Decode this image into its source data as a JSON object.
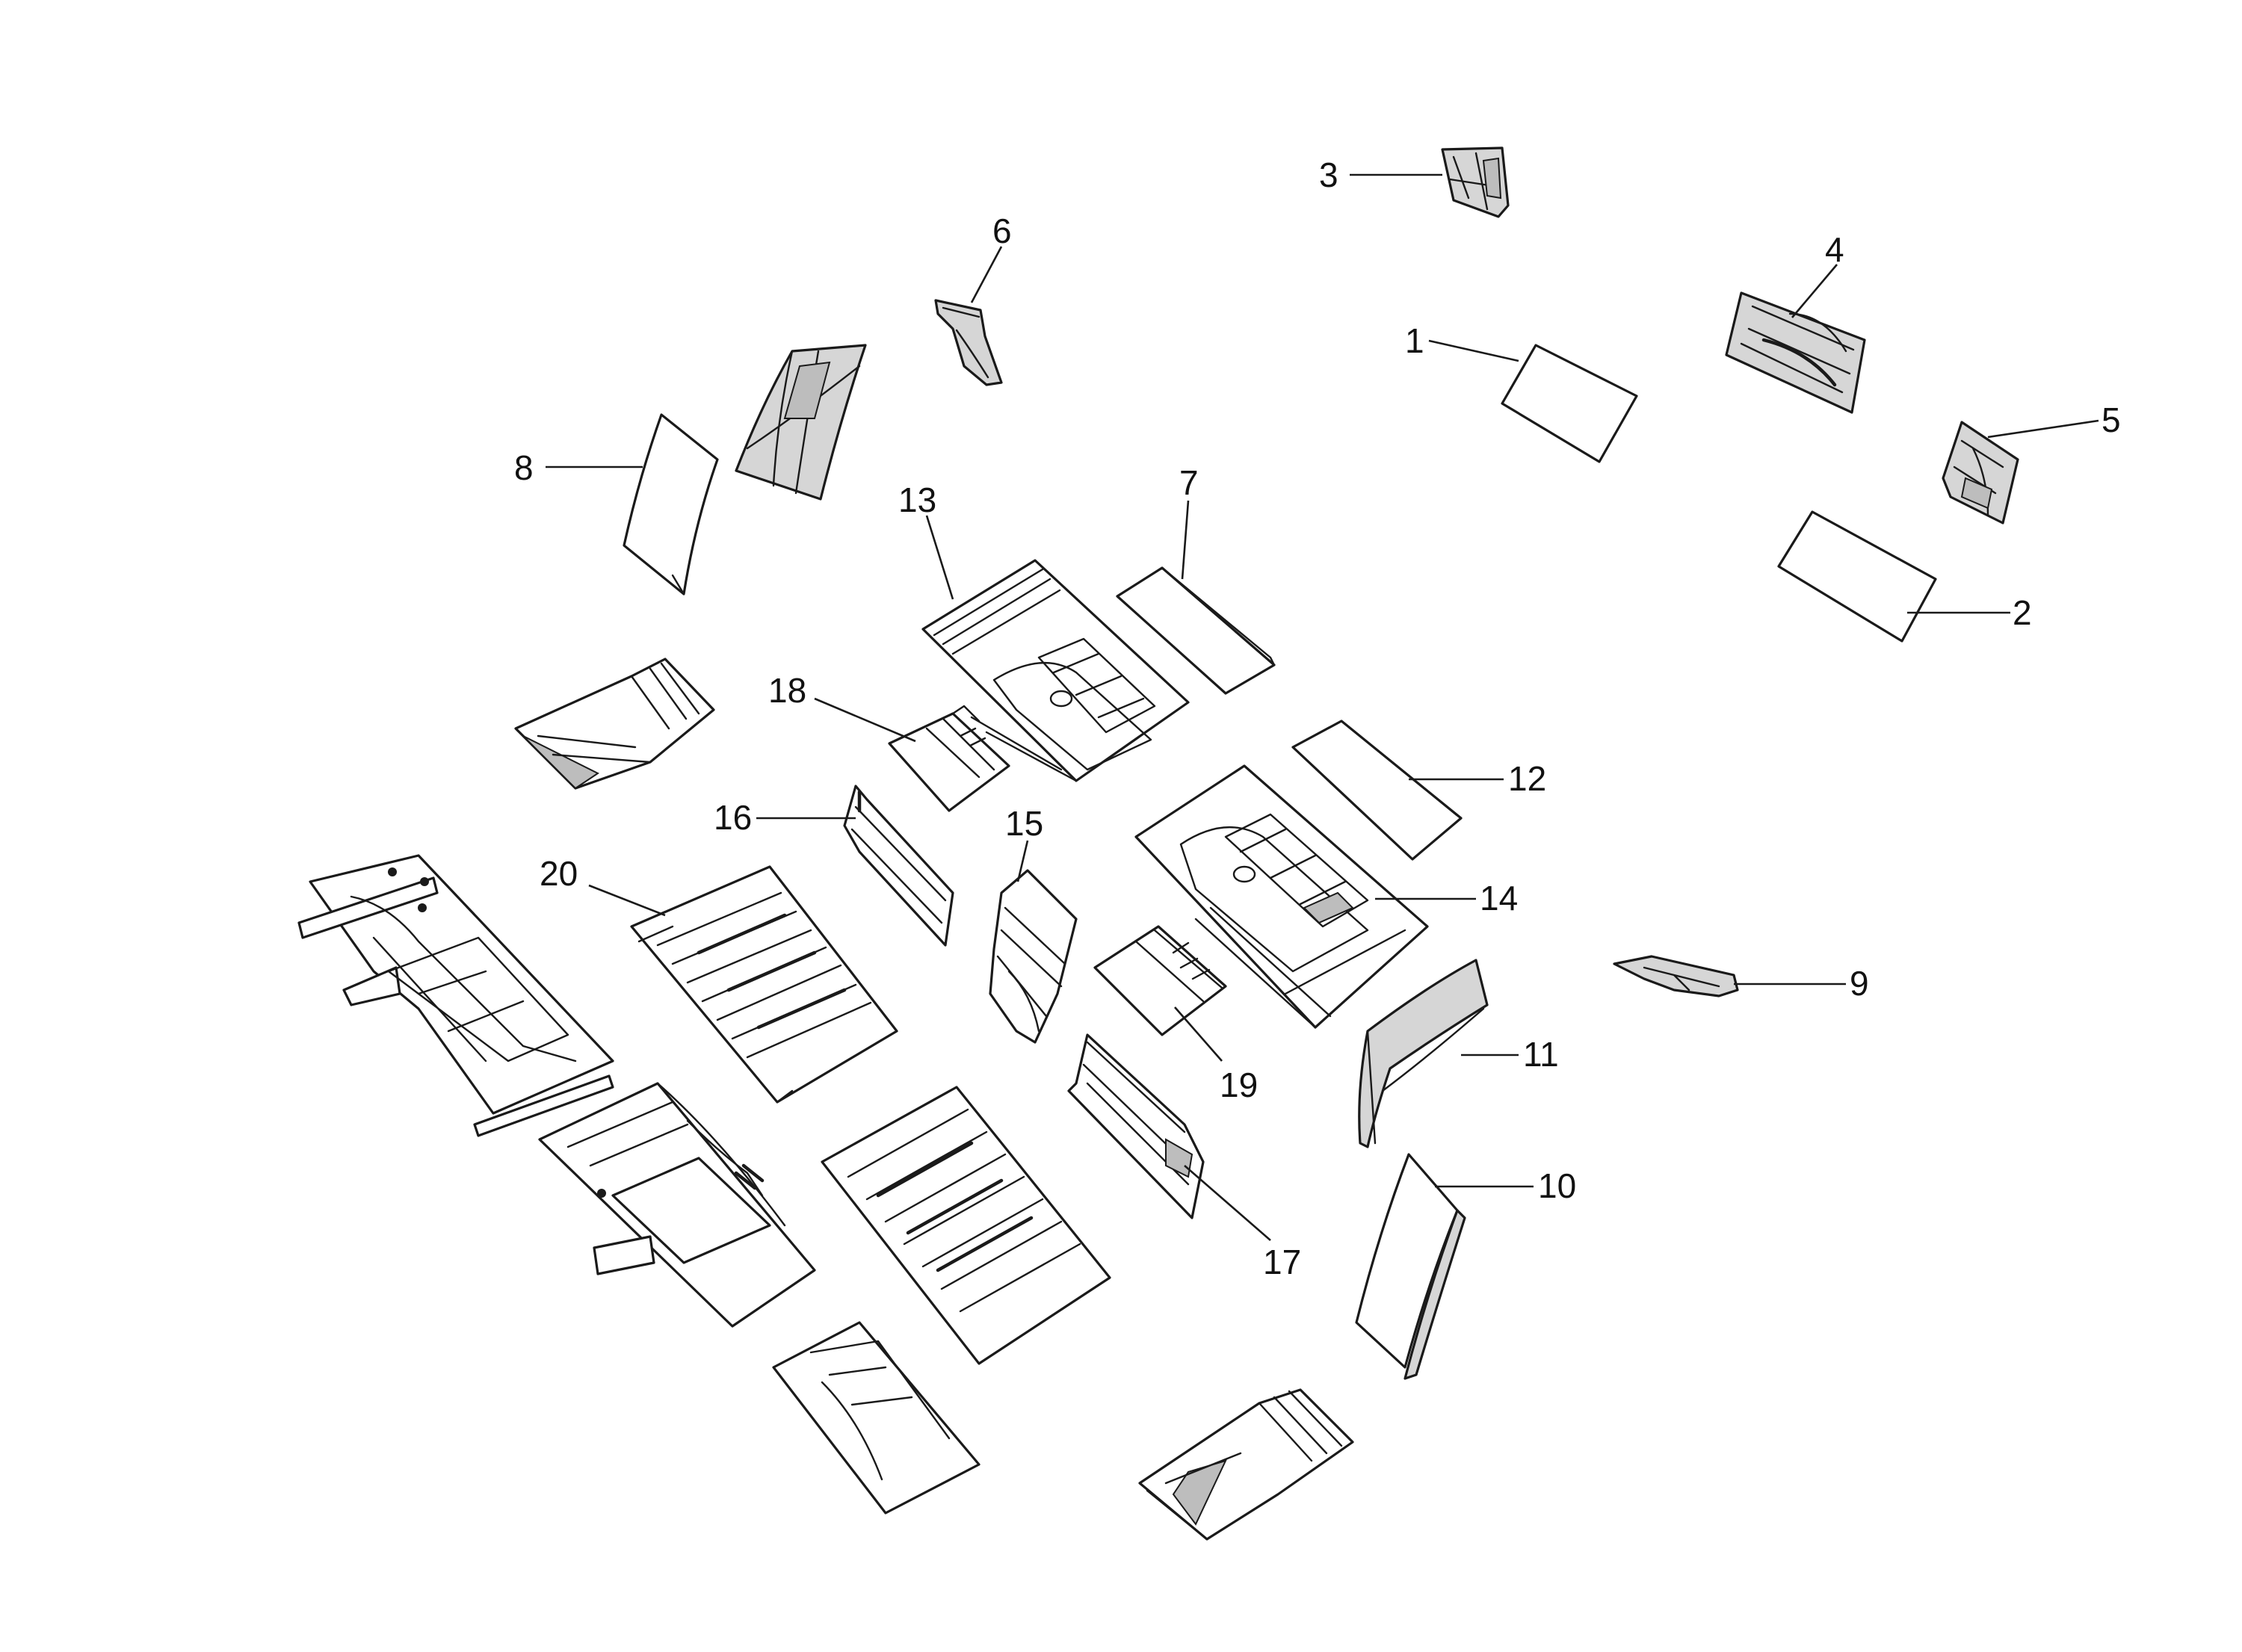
{
  "diagram": {
    "callouts": [
      "1",
      "2",
      "3",
      "4",
      "5",
      "6",
      "7",
      "8",
      "9",
      "10",
      "11",
      "12",
      "13",
      "14",
      "15",
      "16",
      "17",
      "18",
      "19",
      "20"
    ]
  },
  "colors": {
    "line": "#1a1a1a",
    "part_fill": "#ffffff",
    "part_shade": "#d6d6d6",
    "background": "#ffffff"
  }
}
